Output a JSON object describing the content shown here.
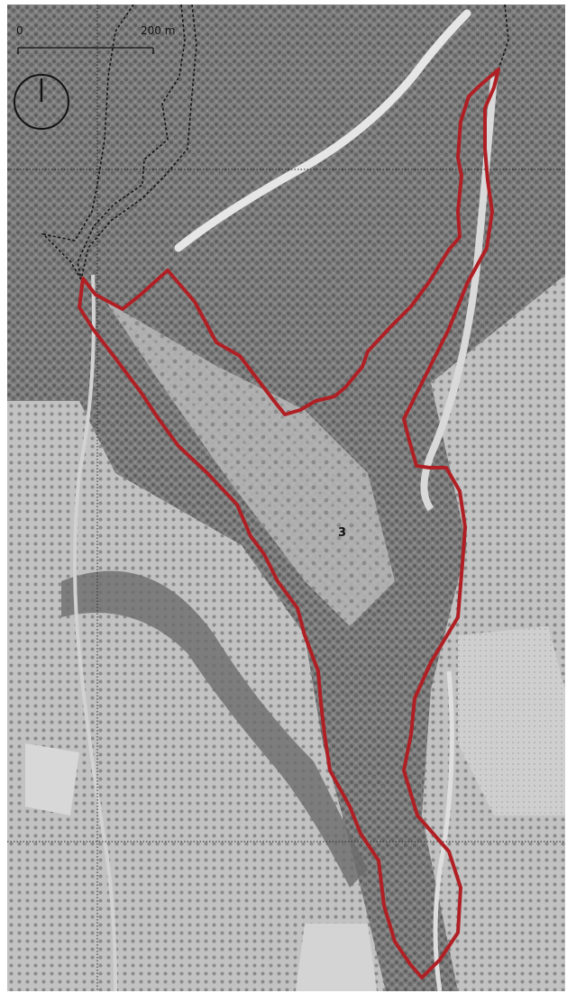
{
  "map": {
    "type": "greyscale aerial orthophoto",
    "scale_bar": {
      "start_label": "0",
      "end_label": "200 m"
    },
    "north_arrow": "north-arrow-icon",
    "grid_lines": true,
    "area_boundary": {
      "label": "3",
      "color": "#b01f24"
    },
    "track_style": "black dashed double line",
    "colors": {
      "boundary": "#b01f24",
      "track": "#111111",
      "grid": "#222222"
    }
  }
}
